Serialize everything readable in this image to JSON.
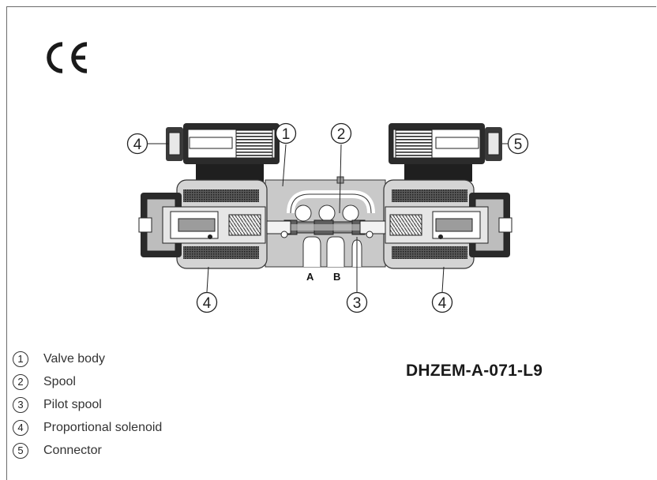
{
  "certification_mark": "CE",
  "model_code": "DHZEM-A-071-L9",
  "ports": {
    "a": "A",
    "b": "B"
  },
  "callouts": [
    {
      "id": "c4-top-left",
      "number": "4"
    },
    {
      "id": "c1",
      "number": "1"
    },
    {
      "id": "c2",
      "number": "2"
    },
    {
      "id": "c5",
      "number": "5"
    },
    {
      "id": "c4-bottom-left",
      "number": "4"
    },
    {
      "id": "c3",
      "number": "3"
    },
    {
      "id": "c4-bottom-right",
      "number": "4"
    }
  ],
  "legend": [
    {
      "number": "1",
      "label": "Valve body"
    },
    {
      "number": "2",
      "label": "Spool"
    },
    {
      "number": "3",
      "label": "Pilot spool"
    },
    {
      "number": "4",
      "label": "Proportional solenoid"
    },
    {
      "number": "5",
      "label": "Connector"
    }
  ],
  "colors": {
    "solenoid_dark": "#262626",
    "body_gray": "#c4c4c4",
    "body_light": "#dedede",
    "coil_hatch": "#3a3a3a"
  }
}
